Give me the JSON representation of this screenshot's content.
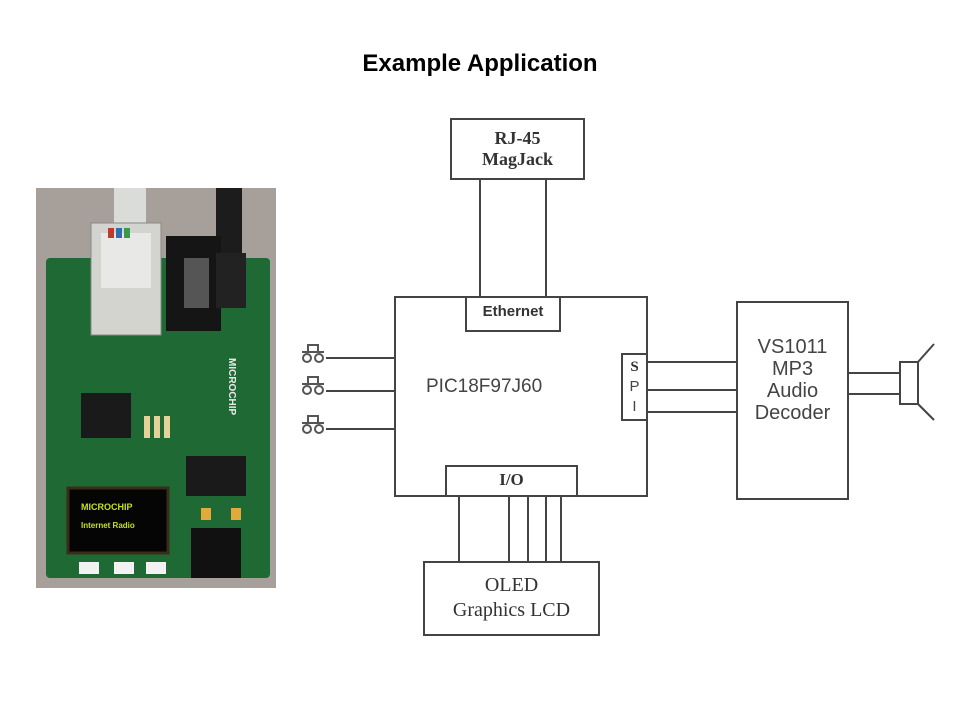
{
  "slide": {
    "title": "Example Application"
  },
  "photo": {
    "alt": "Microchip Internet Radio demo board",
    "oled_brand": "MICROCHIP",
    "oled_text": "Internet Radio",
    "silkscreen": "MICROCHIP"
  },
  "diagram": {
    "rj45": {
      "line1": "RJ-45",
      "line2": "MagJack"
    },
    "mcu": {
      "label": "PIC18F97J60"
    },
    "ethernet_port": {
      "label": "Ethernet"
    },
    "io_port": {
      "label": "I/O"
    },
    "spi_port": {
      "letters": [
        "S",
        "P",
        "I"
      ]
    },
    "decoder": {
      "lines": [
        "VS1011",
        "MP3",
        "Audio",
        "Decoder"
      ]
    },
    "oled": {
      "line1": "OLED",
      "line2": "Graphics LCD"
    },
    "buttons": [
      {
        "icon": "pushbutton-icon"
      },
      {
        "icon": "pushbutton-icon"
      },
      {
        "icon": "pushbutton-icon"
      }
    ],
    "speaker": {
      "icon": "speaker-icon"
    }
  }
}
